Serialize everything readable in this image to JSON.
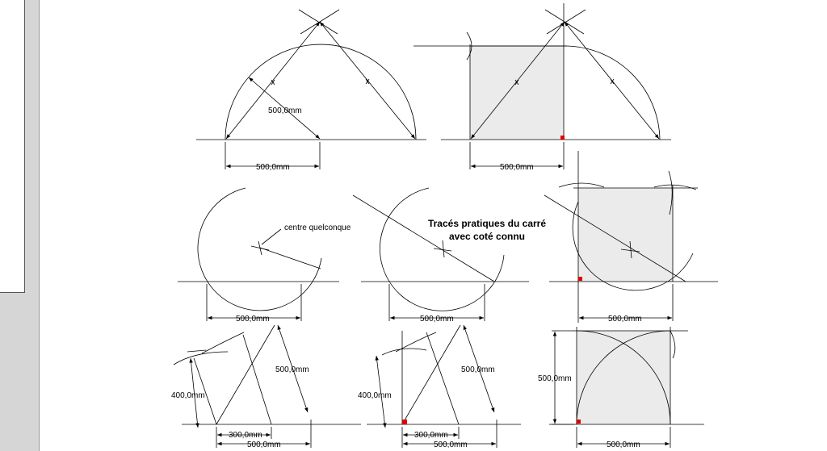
{
  "title": {
    "line1": "Tracés pratiques du carré",
    "line2": "avec coté connu"
  },
  "annotation": "centre quelconque",
  "dimensions": {
    "d500": "500,0mm",
    "d400": "400,0mm",
    "d300": "300,0mm"
  },
  "colors": {
    "line": "#000000",
    "fill": "#ebebeb",
    "right_angle_marker": "#e00000",
    "panel": "#d6d6d6"
  }
}
